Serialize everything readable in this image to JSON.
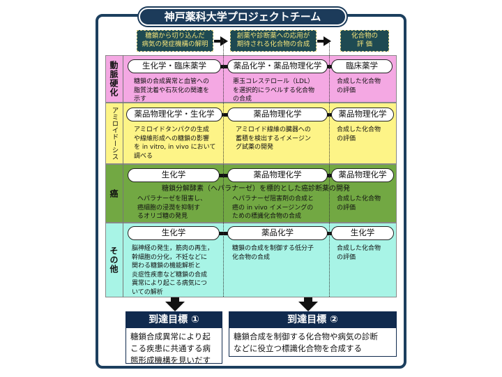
{
  "title": "神戸薬科大学プロジェクトチーム",
  "steps": [
    {
      "lines": [
        "糖鎖から切り込んだ",
        "病気の発症機構の解明"
      ]
    },
    {
      "lines": [
        "創薬や診断薬への応用が",
        "期待される化合物の合成"
      ]
    },
    {
      "lines": [
        "化合物の",
        "評 価"
      ]
    }
  ],
  "rows": [
    {
      "label": "動脈硬化",
      "color": "#f4a8e3",
      "pills": [
        "生化学・臨床薬学",
        "薬品化学・薬品物理化学",
        "臨床薬学"
      ],
      "left_text": [
        "糖鎖の合成異常と血管への",
        "脂質沈着や石灰化の関連を",
        "示す"
      ],
      "mid_text": [
        "悪玉コレステロール（LDL）",
        "を選択的にラベルする化合物",
        "の合成"
      ],
      "right_text": [
        "合成した化合物",
        "の評価"
      ]
    },
    {
      "label": "アミロイドーシス",
      "color": "#fdf487",
      "pills": [
        "薬品物理化学・生化学",
        "薬品物理化学",
        "薬品物理化学"
      ],
      "left_text": [
        "アミロイドタンパクの生成",
        "や線維形成への糖鎖の影響",
        "を in vitro, in vivo において",
        "調べる"
      ],
      "mid_text": [
        "アミロイド線維の臓器への",
        "蓄積を検出するイメージン",
        "グ試薬の開発"
      ],
      "right_text": [
        "合成した化合物",
        "の評価"
      ]
    },
    {
      "label": "癌",
      "color": "#72a843",
      "pills": [
        "生化学",
        "薬品物理化学",
        "薬品物理化学"
      ],
      "banner": "糖鎖分解酵素（ヘパラナーゼ）を標的とした癌診断薬の開発",
      "left_text": [
        "ヘパラナーゼを阻害し、",
        "癌細胞の浸潤を抑制す",
        "るオリゴ糖の発見"
      ],
      "mid_text": [
        "ヘパラナーゼ阻害剤の合成と",
        "癌の in vivo イメージングの",
        "ための標識化合物の合成"
      ],
      "right_text": [
        "合成した化合物",
        "の評価"
      ]
    },
    {
      "label": "その他",
      "color": "#a8f4e6",
      "pills": [
        "生化学",
        "薬品化学",
        "生化学"
      ],
      "left_text": [
        "脳神経の発生，筋肉の再生，",
        "幹細胞の分化，不妊などに",
        "関わる糖鎖の機能解析と",
        "炎症性疾患など糖鎖の合成",
        "異常により起こる病気につ",
        "いての解析"
      ],
      "mid_text": [
        "糖鎖の合成を制御する低分子",
        "化合物の合成"
      ],
      "right_text": [
        "合成した化合物",
        "の評価"
      ]
    }
  ],
  "goals": [
    {
      "title": "到達目標 ①",
      "lines": [
        "糖鎖合成異常により起",
        "こる疾患に共通する病",
        "態形成機構を見いだす"
      ]
    },
    {
      "title": "到達目標 ②",
      "lines": [
        "糖鎖合成を制御する化合物や病気の診断",
        "などに役立つ標識化合物を合成する"
      ]
    }
  ]
}
